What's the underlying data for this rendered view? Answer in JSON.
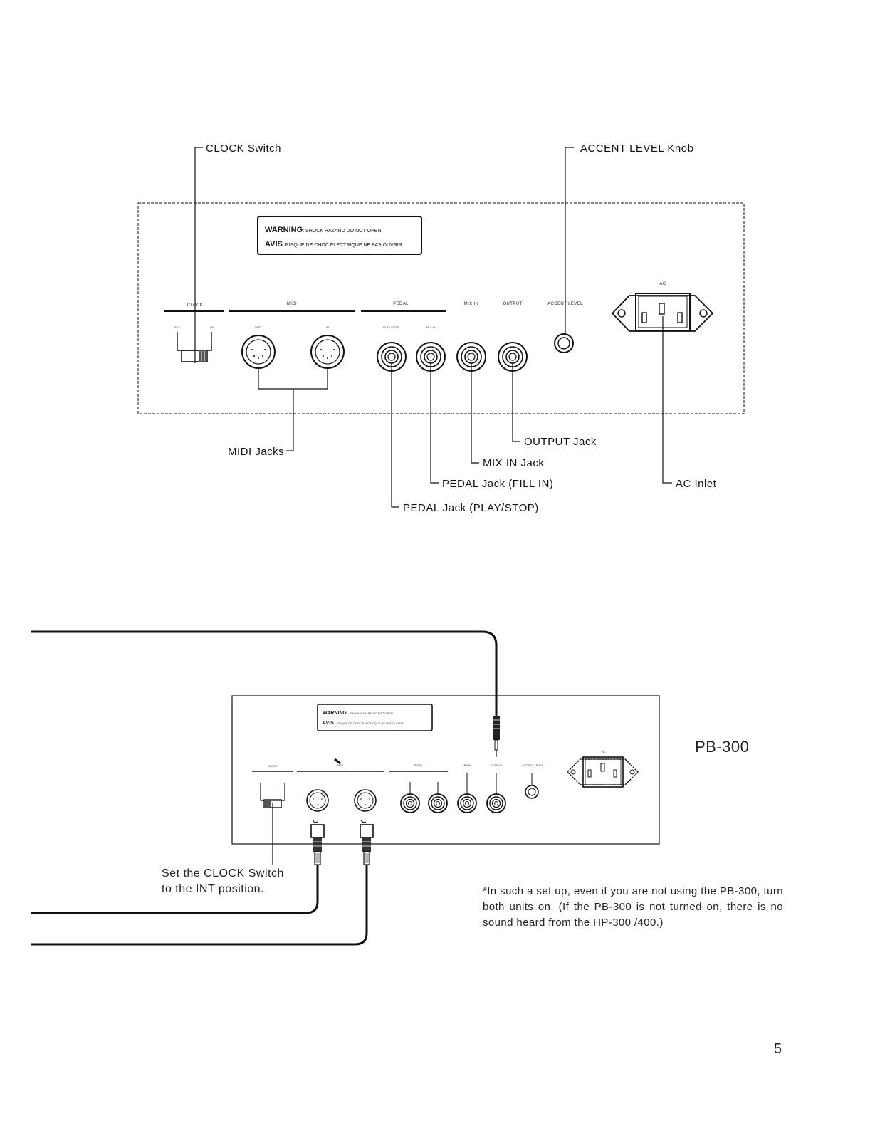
{
  "top_diagram": {
    "callouts": {
      "clock_switch": "CLOCK Switch",
      "accent_level_knob": "ACCENT LEVEL Knob",
      "midi_jacks": "MIDI Jacks",
      "output_jack": "OUTPUT Jack",
      "mix_in_jack": "MIX IN Jack",
      "pedal_fill_in": "PEDAL Jack (FILL IN)",
      "pedal_play_stop": "PEDAL Jack (PLAY/STOP)",
      "ac_inlet": "AC Inlet"
    },
    "panel": {
      "warning_line1_bold": "WARNING",
      "warning_line1_rest": ": SHOCK HAZARD DO NOT OPEN",
      "warning_line2_bold": "AVIS",
      "warning_line2_rest": ": RISQUE DE CHOC ELECTRIQUE NE PAS OUVRIR",
      "clock": "CLOCK",
      "ext": "EXT",
      "int": "INT",
      "midi": "MIDI",
      "out": "OUT",
      "in": "IN",
      "pedal": "PEDAL",
      "play_stop": "PLAY STOP",
      "fill_in": "FILL IN",
      "mix_in": "MIX IN",
      "output": "OUTPUT",
      "accent_level": "ACCENT LEVEL",
      "ac": "AC"
    }
  },
  "bottom_diagram": {
    "model_label": "PB-300",
    "set_clock_line1": "Set the CLOCK Switch",
    "set_clock_line2": "to the INT position.",
    "note": "*In such a set up, even if you are not using the PB-300, turn both units on. (If the PB-300 is not turned on, there is no sound heard from the HP-300 /400.)",
    "panel": {
      "warning_line1_bold": "WARNING",
      "warning_line1_rest": "SHOCK HAZARD DO NOT OPEN",
      "warning_line2_bold": "AVIS",
      "warning_line2_rest": "RISQUE DE CHOC ELECTRIQUE NE PAS OUVRIR",
      "clock": "CLOCK",
      "midi": "MIDI",
      "pedal": "PEDAL",
      "mix_in": "MIX IN",
      "output": "OUTPUT",
      "accent_level": "ACCENT LEVEL",
      "ac": "AC"
    }
  },
  "page_number": "5"
}
